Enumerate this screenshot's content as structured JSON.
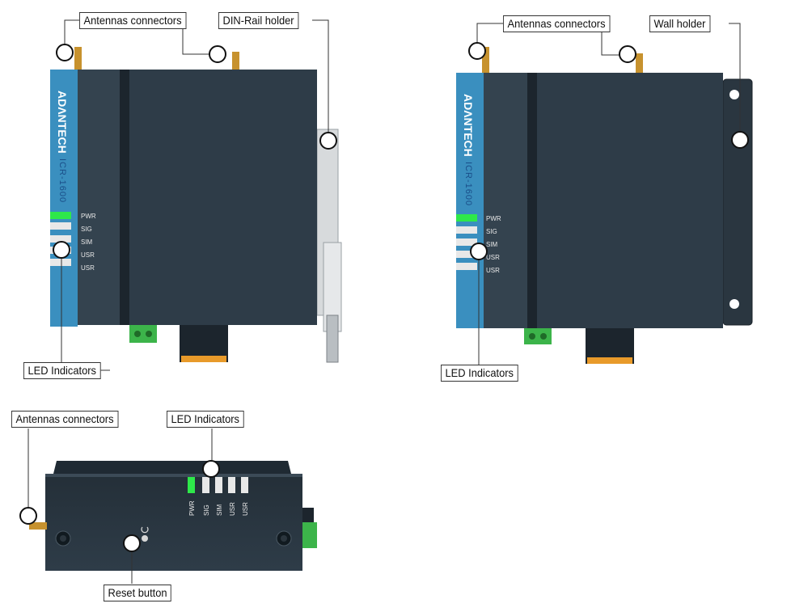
{
  "device": {
    "brand": "ADΛNTECH",
    "model": "ICR-1600",
    "led_labels": [
      "PWR",
      "SIG",
      "SIM",
      "USR",
      "USR"
    ]
  },
  "front_view": {
    "antennas_label": "Antennas connectors",
    "din_rail_label": "DIN-Rail holder",
    "led_label": "LED Indicators"
  },
  "wall_view": {
    "antennas_label": "Antennas connectors",
    "wall_holder_label": "Wall holder",
    "led_label": "LED Indicators"
  },
  "top_view": {
    "antennas_label": "Antennas connectors",
    "led_label": "LED Indicators",
    "reset_label": "Reset button"
  },
  "colors": {
    "body": "#2e3c48",
    "body_dark": "#1f2a33",
    "panel_blue": "#3a8fbf",
    "led_green": "#2ee84a",
    "terminal_green": "#3cb44a",
    "antenna_gold": "#c7922e",
    "connector_orange": "#e89a2a"
  }
}
